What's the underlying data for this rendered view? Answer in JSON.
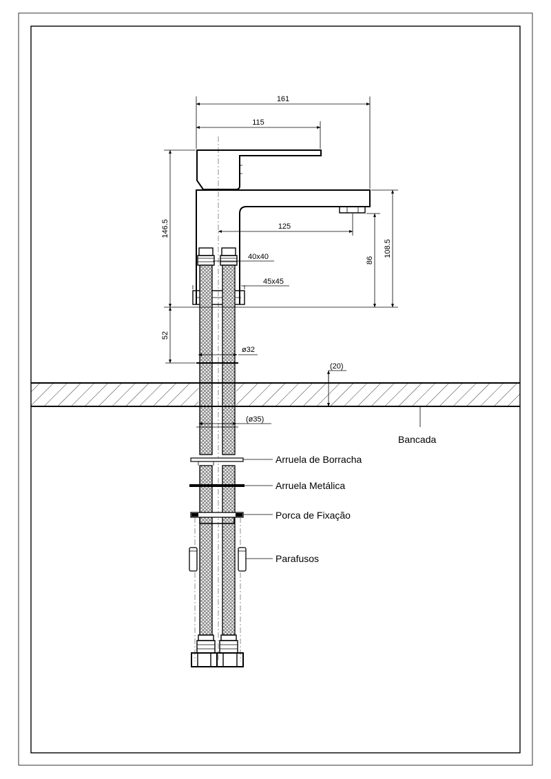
{
  "dimensions": {
    "total_width": "161",
    "handle_width": "115",
    "spout_reach": "125",
    "total_height": "146.5",
    "spout_height": "108.5",
    "outlet_height": "86",
    "base_height": "52",
    "inlet_size": "40x40",
    "base_size": "45x45",
    "shank_diameter": "ø32",
    "hole_diameter": "(ø35)",
    "counter_thickness": "(20)"
  },
  "labels": {
    "counter": "Bancada",
    "rubber_washer": "Arruela de Borracha",
    "metal_washer": "Arruela Metálica",
    "fixing_nut": "Porca de Fixação",
    "screws": "Parafusos"
  }
}
